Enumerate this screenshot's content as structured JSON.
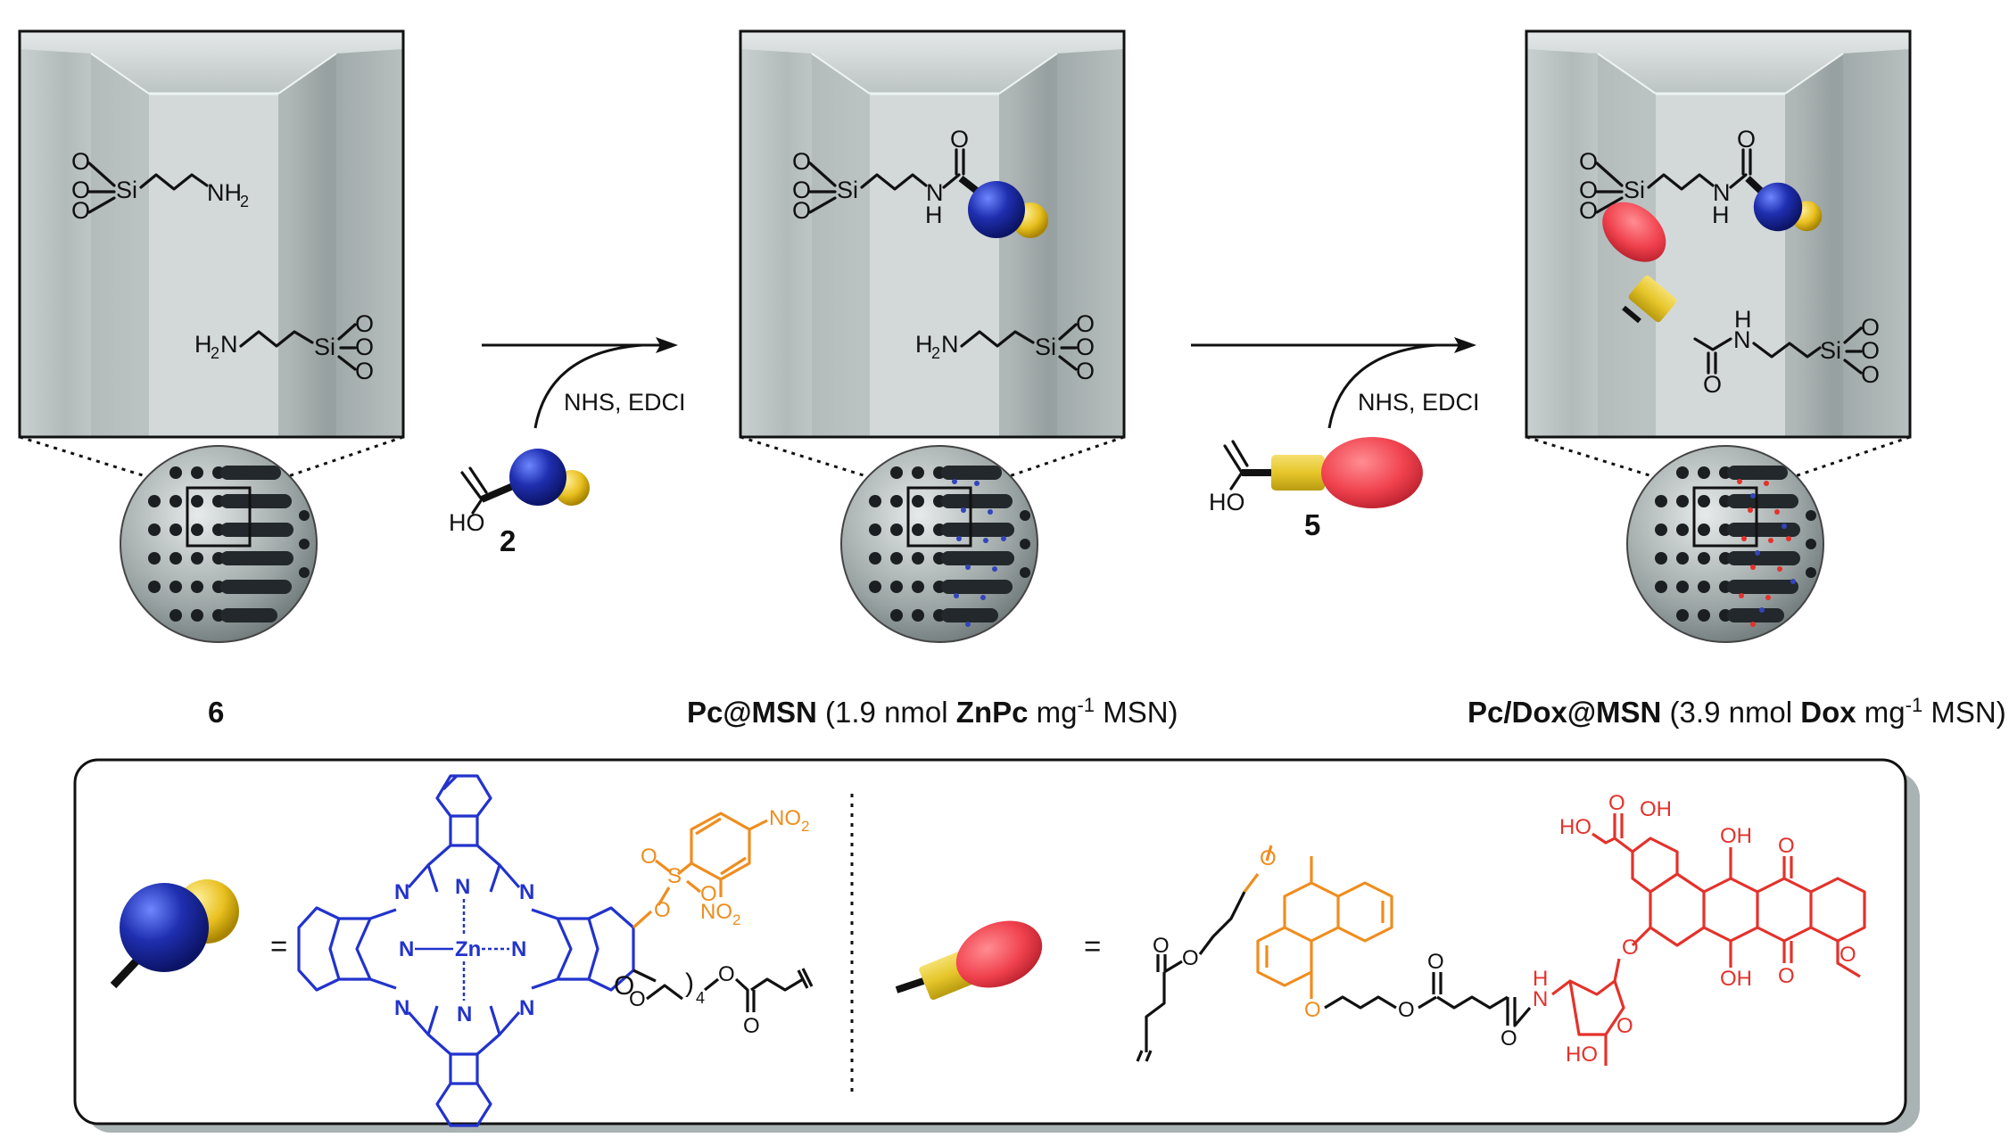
{
  "scheme": {
    "reagents_1": "NHS, EDCI",
    "reagents_2": "NHS, EDCI",
    "compound_2": "2",
    "compound_5": "5",
    "compound_6": "6",
    "product_1": {
      "bold": "Pc@MSN",
      "prefix": " (1.9 nmol ",
      "bold2": "ZnPc",
      "unit": " mg",
      "sup": "-1",
      "suffix": " MSN)"
    },
    "product_2": {
      "bold": "Pc/Dox@MSN",
      "prefix": " (3.9 nmol ",
      "bold2": "Dox",
      "unit": " mg",
      "sup": "-1",
      "suffix": " MSN)"
    }
  },
  "atoms": {
    "si": "Si",
    "o": "O",
    "nh2": "NH",
    "h2n": "H",
    "n": "N",
    "h": "H",
    "ho": "HO",
    "oh": "OH",
    "sub2": "2",
    "sub4": "4",
    "zn": "Zn",
    "s": "S",
    "no2": "NO",
    "equals": "="
  },
  "colors": {
    "pc_blue": "#2233cc",
    "dnbs_orange": "#ef8d1e",
    "dox_red": "#e3322b",
    "sphere_blue": "#1f2fb0",
    "sphere_yellow": "#e8c020",
    "ellipse_red": "#f0424e",
    "cyl_yellow": "#e6c62a"
  }
}
